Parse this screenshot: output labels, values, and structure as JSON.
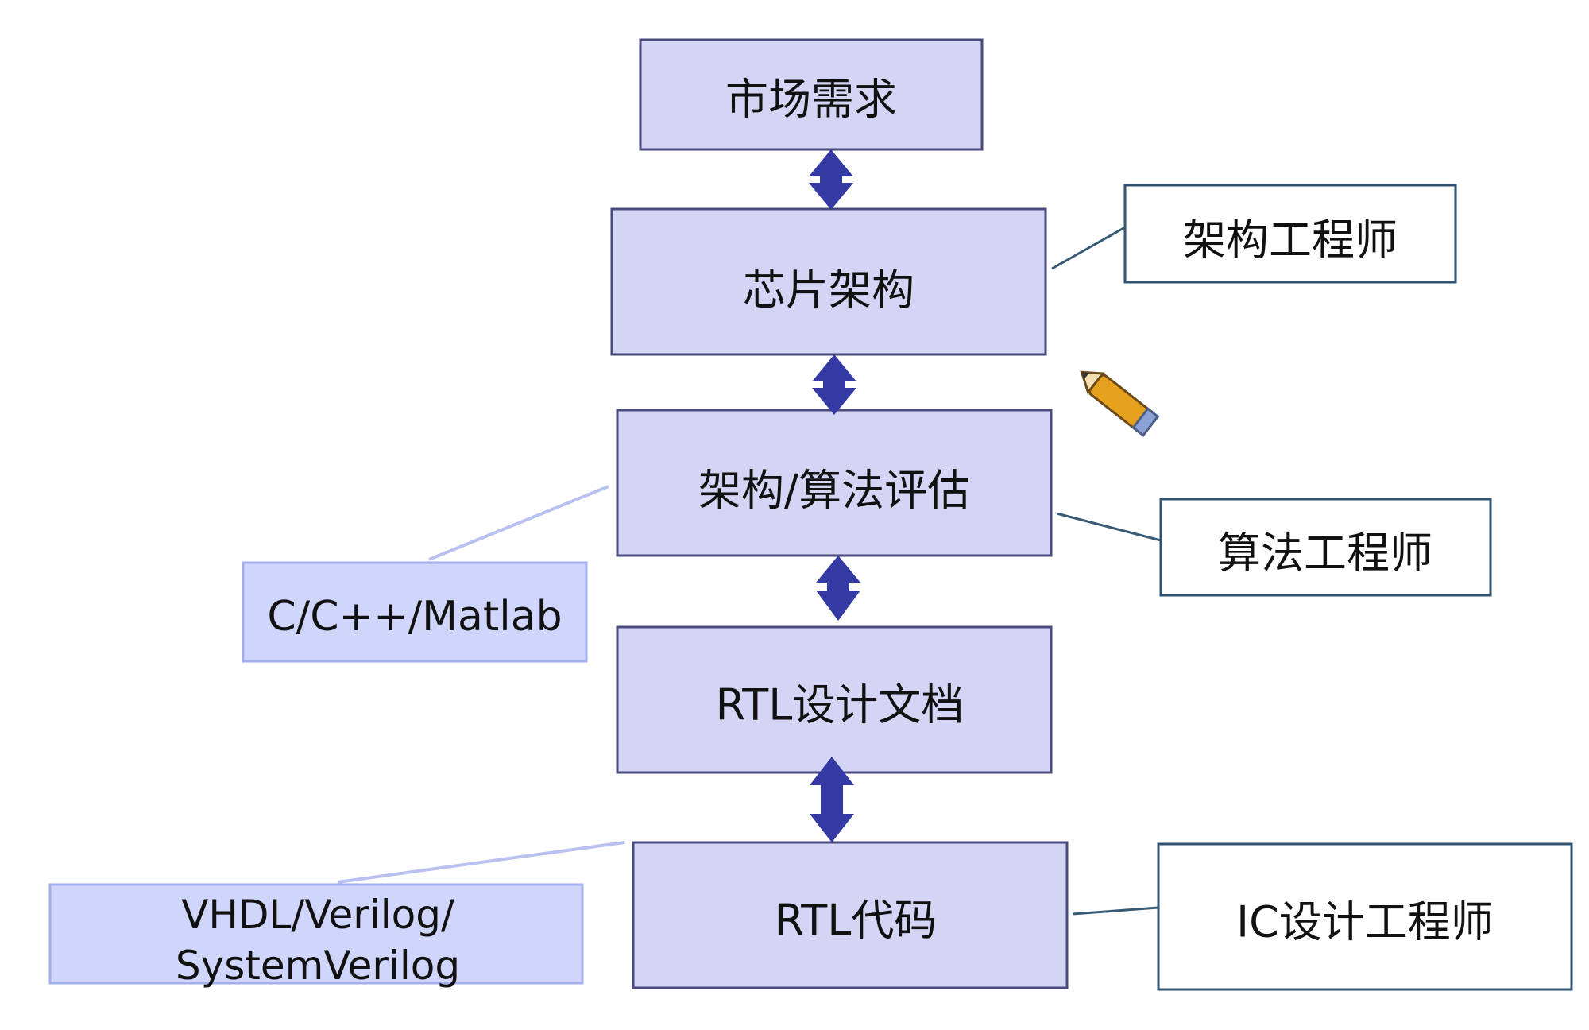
{
  "flow_steps": [
    "市场需求",
    "芯片架构",
    "架构/算法评估",
    "RTL设计文档",
    "RTL代码"
  ],
  "roles": {
    "architecture_engineer": "架构工程师",
    "algorithm_engineer": "算法工程师",
    "ic_design_engineer": "IC设计工程师"
  },
  "languages": {
    "algorithm_languages": "C/C++/Matlab",
    "hdl_languages_line1": "VHDL/Verilog/",
    "hdl_languages_line2": "SystemVerilog"
  },
  "icons": {
    "connector": "double-headed-arrow-icon",
    "cursor": "pencil-icon"
  },
  "colors": {
    "step_fill": "#d4d4f4",
    "step_border": "#4a4a7c",
    "language_fill": "#cfd5fb",
    "role_border": "#2f5370",
    "arrow": "#3439a4"
  }
}
